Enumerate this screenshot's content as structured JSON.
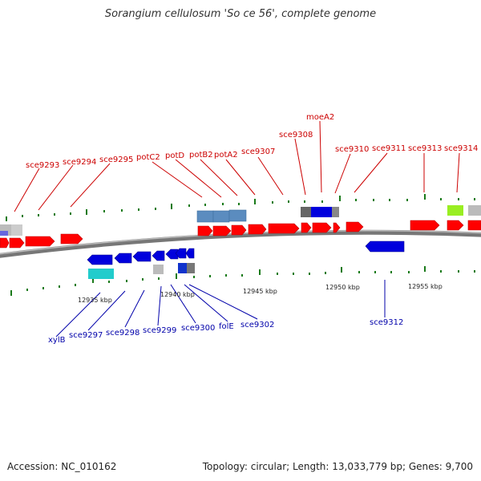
{
  "title": "Sorangium cellulosum 'So ce 56', complete genome",
  "footer": {
    "accession": "Accession: NC_010162",
    "topology": "Topology: circular; Length: 13,033,779 bp; Genes: 9,700"
  },
  "colors": {
    "forward": "#ff0000",
    "reverse": "#0000dd",
    "top_label": "#cc0000",
    "bottom_label": "#0000aa",
    "tick": "#1a7a1a"
  },
  "top_labels": [
    "sce9293",
    "sce9294",
    "sce9295",
    "potC2",
    "potD",
    "potB2",
    "potA2",
    "sce9307",
    "sce9308",
    "moeA2",
    "sce9310",
    "sce9311",
    "sce9313",
    "sce9314"
  ],
  "bottom_labels": [
    "xylB",
    "sce9297",
    "sce9298",
    "sce9299",
    "sce9300",
    "folE",
    "sce9302",
    "sce9312"
  ],
  "kbp_labels": [
    "12935 kbp",
    "12940 kbp",
    "12945 kbp",
    "12950 kbp",
    "12955 kbp"
  ]
}
